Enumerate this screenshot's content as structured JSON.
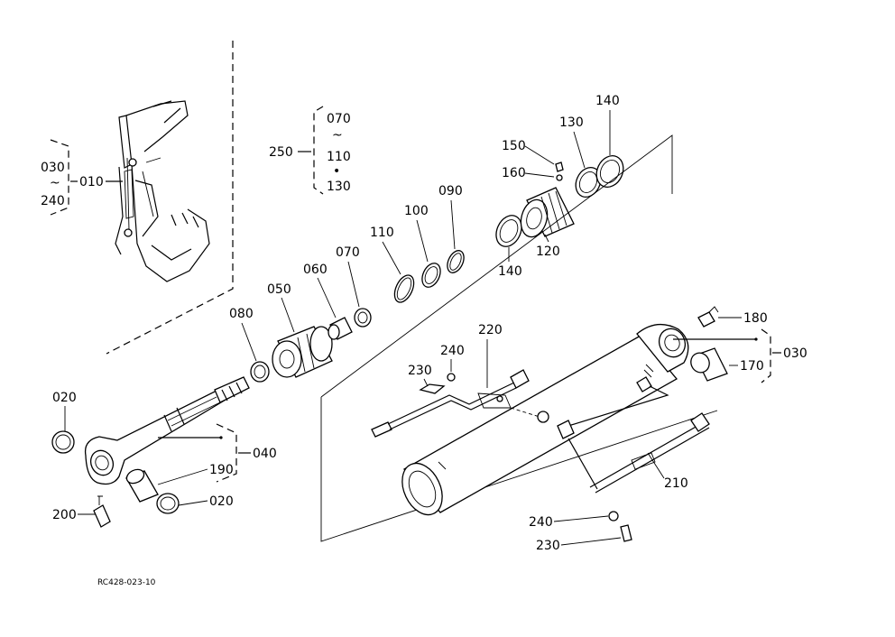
{
  "callouts": {
    "c010": "010",
    "c020a": "020",
    "c020b": "020",
    "c030a": "030",
    "c030b": "030",
    "c040": "040",
    "c050": "050",
    "c060": "060",
    "c070a": "070",
    "c070b": "070",
    "c080": "080",
    "c090": "090",
    "c100": "100",
    "c110a": "110",
    "c110b": "110",
    "c120": "120",
    "c130a": "130",
    "c130b": "130",
    "c140a": "140",
    "c140b": "140",
    "c150": "150",
    "c160": "160",
    "c170": "170",
    "c180": "180",
    "c190": "190",
    "c200": "200",
    "c210": "210",
    "c220": "220",
    "c230a": "230",
    "c230b": "230",
    "c240a": "240",
    "c240b": "240",
    "c240c": "240",
    "c250": "250"
  },
  "symbols": {
    "tilde": "~",
    "dot": "•"
  },
  "drawing_code": "RC428-023-10"
}
